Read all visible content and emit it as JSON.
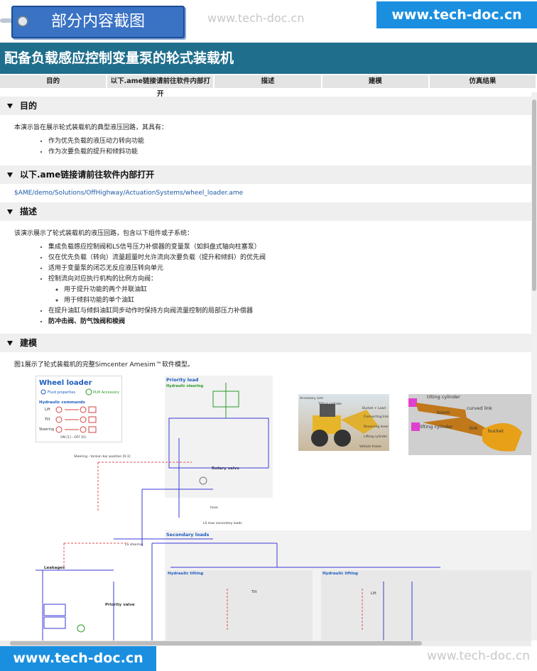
{
  "header": {
    "badge_title": "部分内容截图",
    "watermark_top": "www.tech-doc.cn",
    "watermark_top_right": "www.tech-doc.cn"
  },
  "page_title": "配备负载感应控制变量泵的轮式装载机",
  "nav_tabs": [
    "目的",
    "以下.ame链接请前往软件内部打开",
    "描述",
    "建模",
    "仿真结果"
  ],
  "sections": {
    "purpose": {
      "title": "目的",
      "intro": "本演示旨在展示轮式装载机的典型液压回路，其具有：",
      "bullets": [
        "作为优先负载的液压动力转向功能",
        "作为次要负载的提升和倾斜功能"
      ]
    },
    "link": {
      "title": "以下.ame链接请前往软件内部打开",
      "path": "$AME/demo/Solutions/OffHighway/ActuationSystems/wheel_loader.ame"
    },
    "description": {
      "title": "描述",
      "intro": "该演示展示了轮式装载机的液压回路，包含以下组件或子系统：",
      "bullets": [
        "集成负载感应控制阀和LS信号压力补偿器的变量泵（如斜盘式轴向柱塞泵）",
        "仅在优先负载（转向）流量超量时允许流向次要负载（提升和倾斜）的优先阀",
        "适用于变量泵的闭芯无反应液压转向单元",
        "控制流向对应执行机构的比例方向阀："
      ],
      "sub_bullets": [
        "用于提升功能的两个并联油缸",
        "用于倾斜功能的单个油缸"
      ],
      "bullets2": [
        "在提升油缸与倾斜油缸同步动作时保持方向阀流量控制的局部压力补偿器",
        "防冲击阀、防气蚀阀和梭阀"
      ]
    },
    "modeling": {
      "title": "建模",
      "intro": "图1展示了轮式装载机的完整Simcenter Amesim™软件模型。"
    }
  },
  "diagram": {
    "wheel_loader_title": "Wheel loader",
    "fluid_props": "Fluid properties",
    "plm": "PLM Accessory",
    "hyd_commands": "Hydraulic commands",
    "cmd_lift": "Lift",
    "cmd_tilt": "Tilt",
    "cmd_steering": "Steering",
    "on_off": "ON [1] - OFF [0]",
    "priority_load": "Priority load",
    "hyd_steering": "Hydraulic steering",
    "rotary_valve": "Rotary valve",
    "torsion_bar": "Steering - torsion bar position [0-1]",
    "hose": "hose",
    "ls_max": "LS max secondary loads",
    "ls_steering": "LS steering",
    "secondary_loads": "Secondary loads",
    "hyd_tilting": "Hydraulic tilting",
    "hyd_lifting": "Hydraulic lifting",
    "leakages": "Leakages",
    "priority_valve": "Priority valve",
    "tilt": "Tilt",
    "lift": "Lift",
    "photo_labels": [
      "Accessory arm",
      "Tilting cylinder",
      "Bucket + Load",
      "Connecting link",
      "Reversing lever",
      "Lifting cylinder",
      "Vehicle frame"
    ],
    "linkage_labels": [
      "tilting cylinder",
      "boom",
      "curved link",
      "lifting cylinder",
      "link",
      "bucket"
    ]
  },
  "footer": {
    "brand": "www.tech-doc.cn",
    "watermark": "www.tech-doc.cn"
  }
}
